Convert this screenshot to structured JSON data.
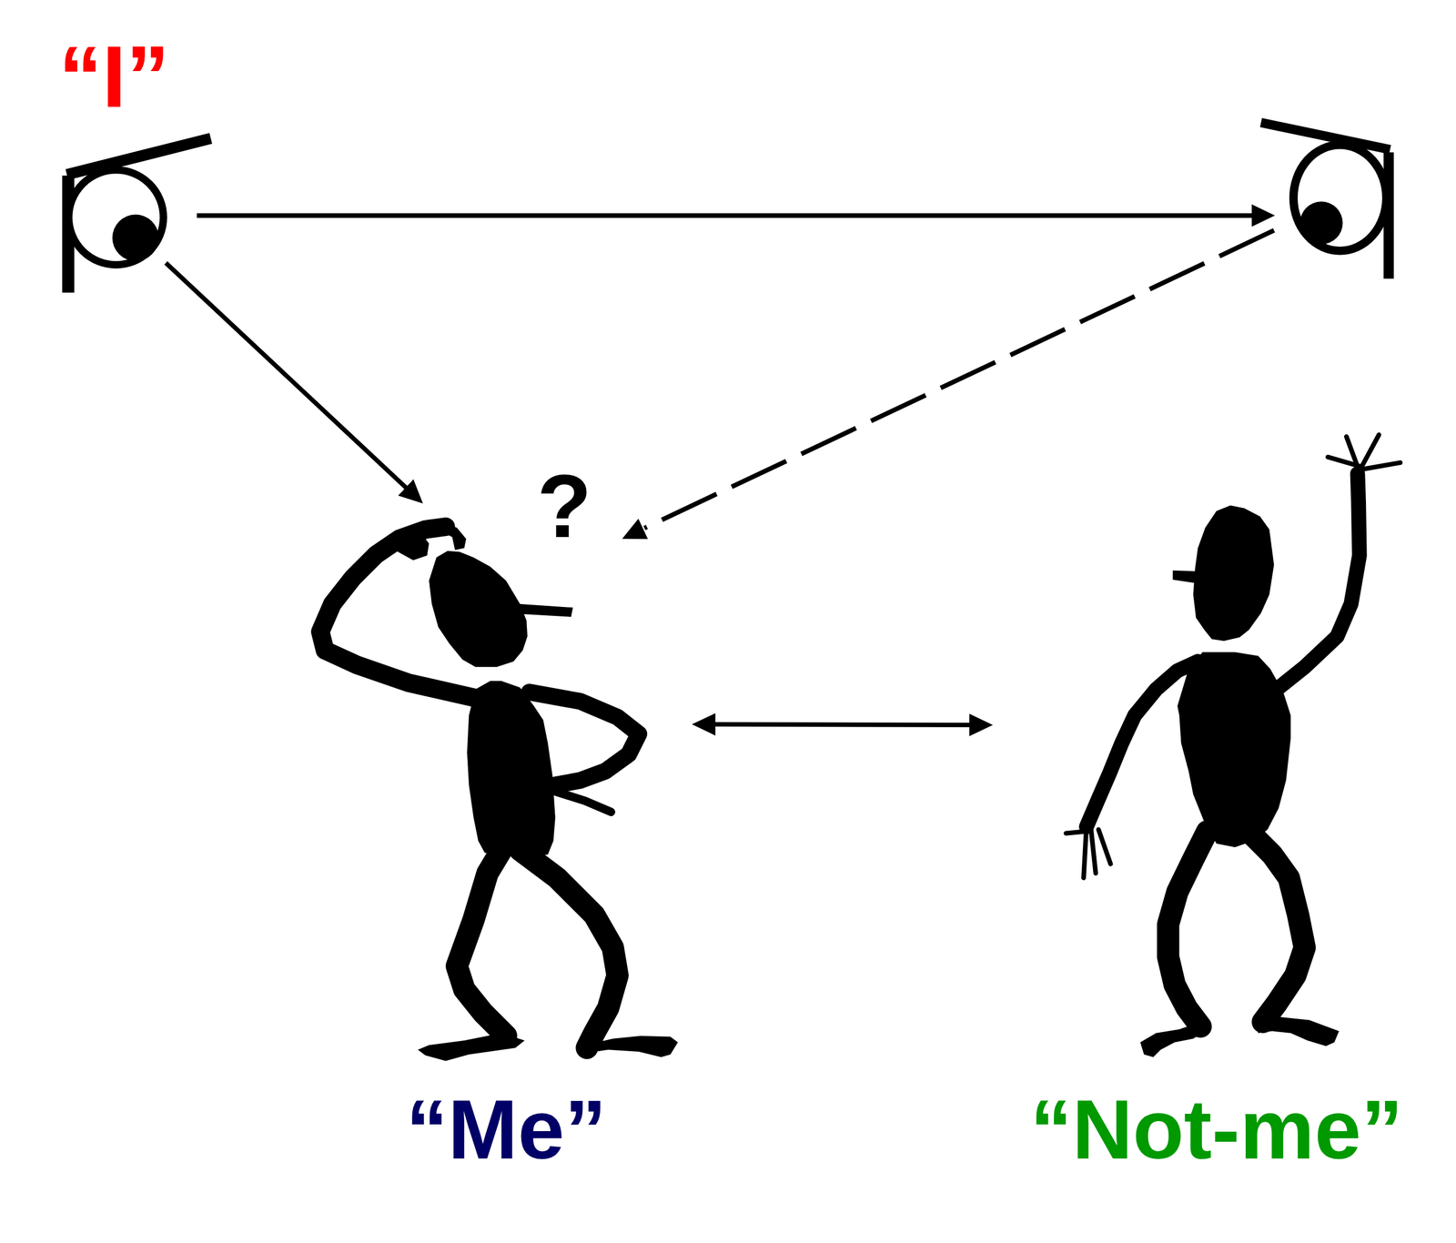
{
  "diagram": {
    "nodes": [
      {
        "text": [
          "“I”"
        ]
      },
      {
        "text": [
          "“Me”"
        ]
      },
      {
        "text": [
          "“Not-me”"
        ]
      }
    ],
    "edges": [
      {
        "from": 0,
        "to": 1,
        "arrow": "to"
      },
      {
        "from": 1,
        "to": 2,
        "arrow": "both"
      }
    ],
    "labels": [
      "?"
    ]
  }
}
